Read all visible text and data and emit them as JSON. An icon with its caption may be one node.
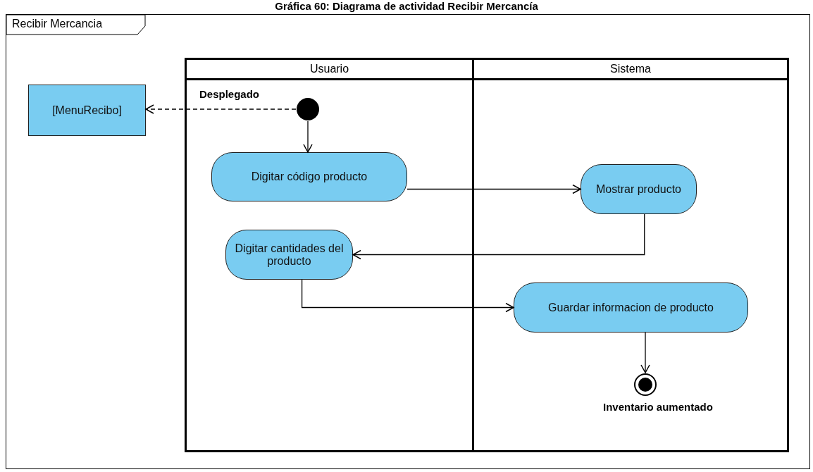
{
  "diagram": {
    "title": "Gráfica 60: Diagrama de actividad Recibir Mercancía",
    "nodes": [
      {
        "text": [
          "Recibir Mercancia"
        ]
      },
      {
        "text": [
          "Usuario"
        ],
        "in": 0
      },
      {
        "text": [
          "Sistema"
        ],
        "in": 0
      },
      {
        "text": [
          "[MenuRecibo]"
        ],
        "in": 0
      },
      {
        "text": [],
        "shape": "circle",
        "in": 1
      },
      {
        "text": [
          "Digitar código producto"
        ],
        "in": 1
      },
      {
        "text": [
          "Mostrar producto"
        ],
        "in": 2
      },
      {
        "text": [
          "Digitar cantidades del producto"
        ],
        "in": 1
      },
      {
        "text": [
          "Guardar informacion de producto"
        ],
        "in": 2
      },
      {
        "text": [],
        "shape": "bullseye",
        "beside": [
          "Inventario aumentado"
        ],
        "in": 2
      }
    ],
    "edges": [
      {
        "from": 4,
        "to": 3,
        "arrow": "to",
        "style": "dashed",
        "label": "Desplegado"
      },
      {
        "from": 4,
        "to": 5,
        "arrow": "to"
      },
      {
        "from": 5,
        "to": 6,
        "arrow": "to"
      },
      {
        "from": 6,
        "to": 7,
        "arrow": "to"
      },
      {
        "from": 7,
        "to": 8,
        "arrow": "to"
      },
      {
        "from": 8,
        "to": 9,
        "arrow": "to"
      }
    ]
  }
}
